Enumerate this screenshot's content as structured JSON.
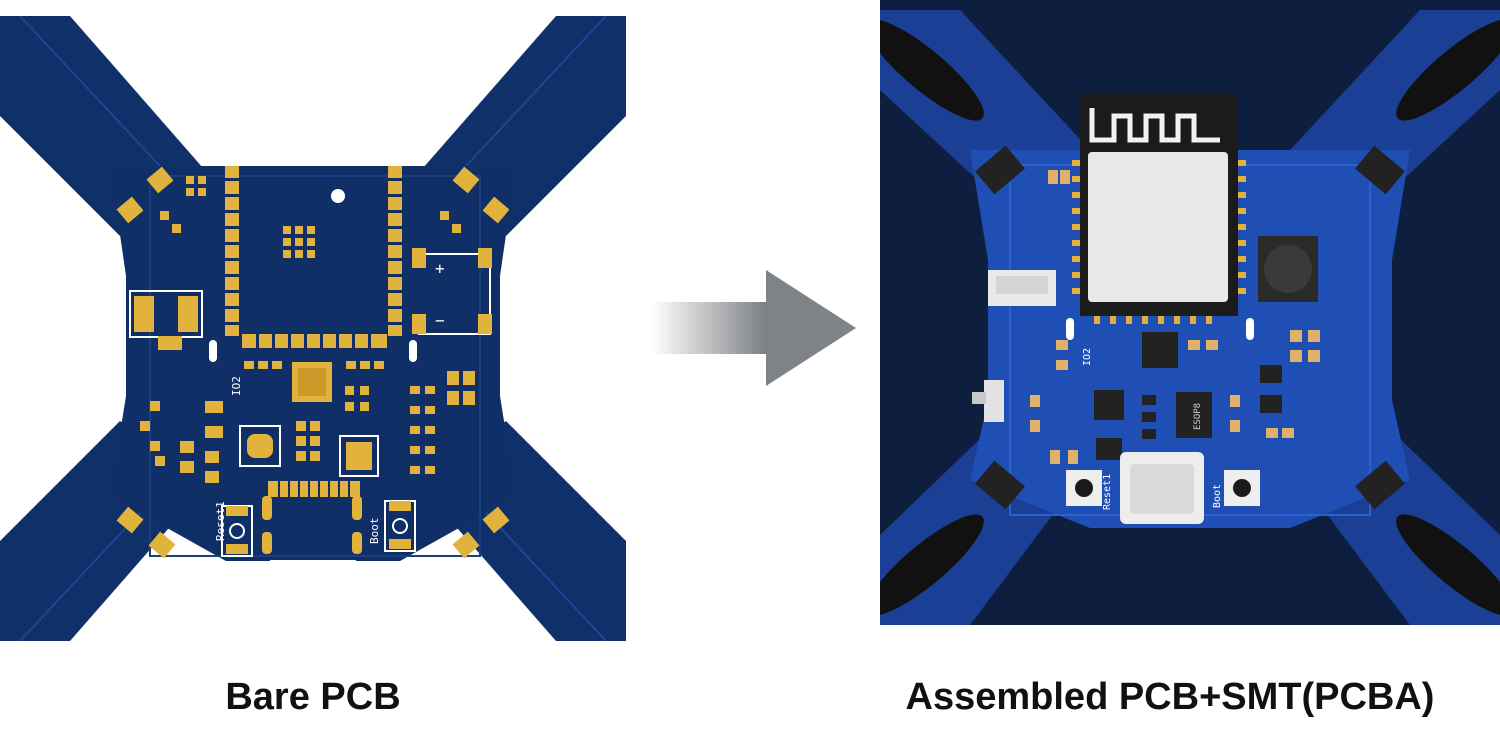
{
  "captions": {
    "bare": "Bare PCB",
    "assembled": "Assembled PCB+SMT(PCBA)"
  },
  "silkscreen": {
    "reset": "Reset1",
    "boot": "Boot",
    "io": "IO2",
    "ic": "ESOP8"
  },
  "colors": {
    "bare_board": "#0f2f66",
    "pcba_board": "#1f4fb4",
    "gold_pad": "#e2b33c",
    "arrow": "#7f8286"
  }
}
